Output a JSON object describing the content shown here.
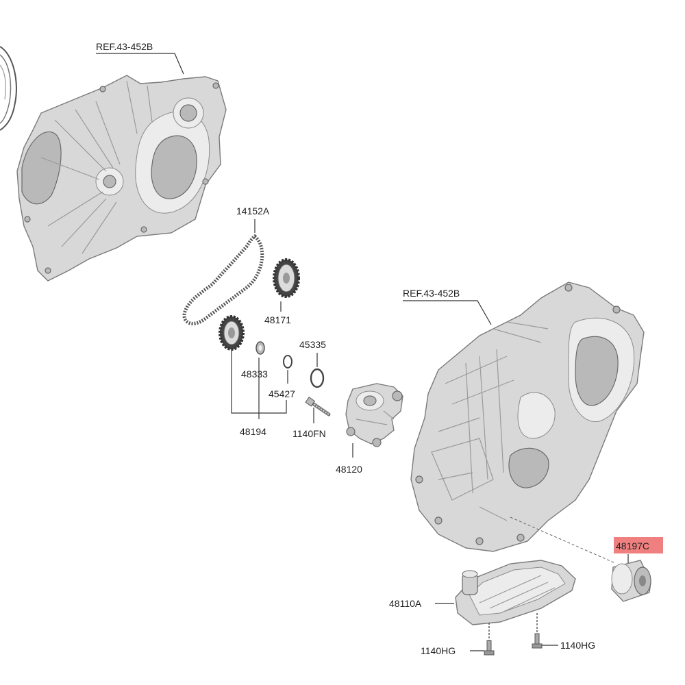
{
  "parts": {
    "ref_top": "REF.43-452B",
    "ref_right": "REF.43-452B",
    "p14152A": "14152A",
    "p48171": "48171",
    "p48333": "48333",
    "p45335": "45335",
    "p45427": "45427",
    "p48194": "48194",
    "p1140FN": "1140FN",
    "p48120": "48120",
    "p48197C": "48197C",
    "p48110A": "48110A",
    "p1140HG_left": "1140HG",
    "p1140HG_right": "1140HG"
  },
  "colors": {
    "highlight": "#f08080",
    "casting": "#d8d8d8",
    "outline": "#7a7a7a"
  }
}
